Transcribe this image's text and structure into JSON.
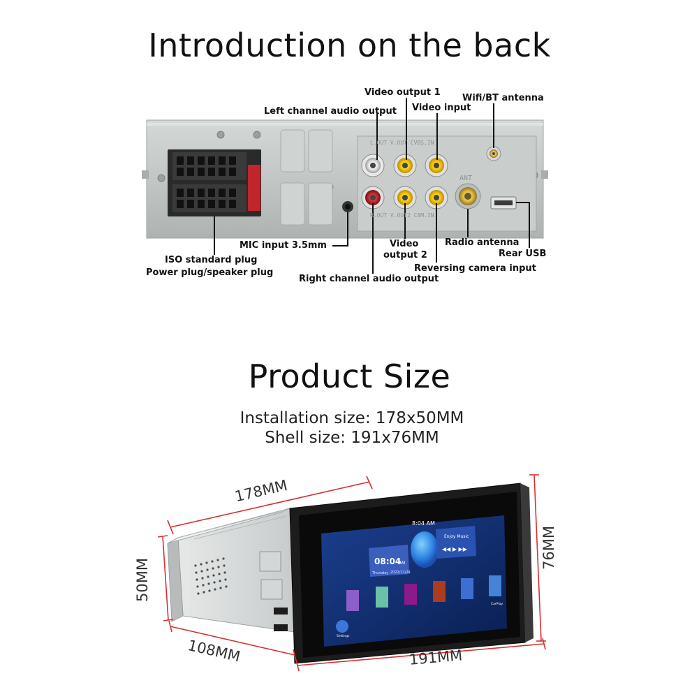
{
  "back_section": {
    "title": "Introduction on the back",
    "labels": {
      "video_output_1": "Video output 1",
      "wifi_bt_antenna": "Wifi/BT antenna",
      "left_channel_audio_output": "Left channel audio output",
      "video_input": "Video input",
      "mic_input": "MIC input 3.5mm",
      "video_output_2_line1": "Video",
      "video_output_2_line2": "output 2",
      "radio_antenna": "Radio antenna",
      "rear_usb": "Rear USB",
      "iso_standard_plug": "ISO standard plug",
      "power_speaker_plug": "Power plug/speaker plug",
      "reversing_camera_input": "Reversing camera input",
      "right_channel_audio_output": "Right channel audio output"
    },
    "panel_print": {
      "top_row": "L.OUT V.OUT CVBS.IN",
      "bottom_row": "R.OUT V.OUT2 CAM.IN",
      "ant": "ANT"
    }
  },
  "size_section": {
    "title": "Product Size",
    "installation_size": "Installation size: 178x50MM",
    "shell_size": "Shell size: 191x76MM",
    "dimensions": {
      "length_178": "178MM",
      "height_50": "50MM",
      "depth_108": "108MM",
      "width_191": "191MM",
      "height_76": "76MM"
    },
    "screen": {
      "status_time": "8:04 AM",
      "clock": "08:04",
      "clock_suffix": "AM",
      "day": "Thursday",
      "date": "2022/11/24",
      "music_label": "Enjoy Music",
      "settings_label": "Settings",
      "carplay_label": "CarPlay"
    }
  },
  "colors": {
    "leader_line": "#111111",
    "dimension_line": "#d83030",
    "rca_red": "#c0262c",
    "rca_yellow": "#f2c200",
    "rca_white": "#e8e8e8",
    "panel_metal": "#c5cac9",
    "screen_bg": "#0d2b6b"
  }
}
